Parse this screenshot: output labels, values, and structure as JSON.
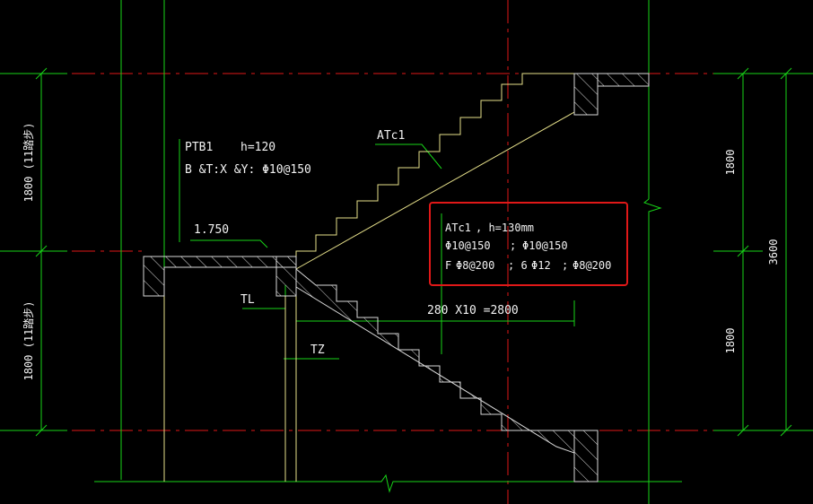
{
  "colors": {
    "background": "#000000",
    "axis_line": "#e01818",
    "dimension": "#18d418",
    "structure": "#e6e08a",
    "hatch": "#d8d8d8",
    "annotation_text": "#f2f2f2",
    "highlight_box": "#e01818"
  },
  "labels": {
    "slab_name": "PTB1",
    "slab_thickness": "h=120",
    "slab_reinforcement": "B &T:X  &Y: Φ10@150",
    "landing_elevation": "1.750",
    "flight_upper": "ATc1",
    "landing_beam": "TL",
    "column": "TZ",
    "tread_dimension": "280 X10 =2800",
    "flight_note_name": "ATc1",
    "flight_note_thickness": ",   h=130mm",
    "flight_note_main_1": "Φ10@150",
    "flight_note_sep_1": ";",
    "flight_note_main_2": "Φ10@150",
    "flight_note_dist_label": "F",
    "flight_note_dist_1": "Φ8@200",
    "flight_note_sep_2": "; 6",
    "flight_note_dist_2": "Φ12",
    "flight_note_sep_3": ";",
    "flight_note_dist_3": "Φ8@200",
    "left_dim_upper": "1800 (11踏步)",
    "left_dim_lower": "1800 (11踏步)",
    "right_dim_upper": "1800",
    "right_dim_lower": "1800",
    "right_dim_total": "3600"
  }
}
